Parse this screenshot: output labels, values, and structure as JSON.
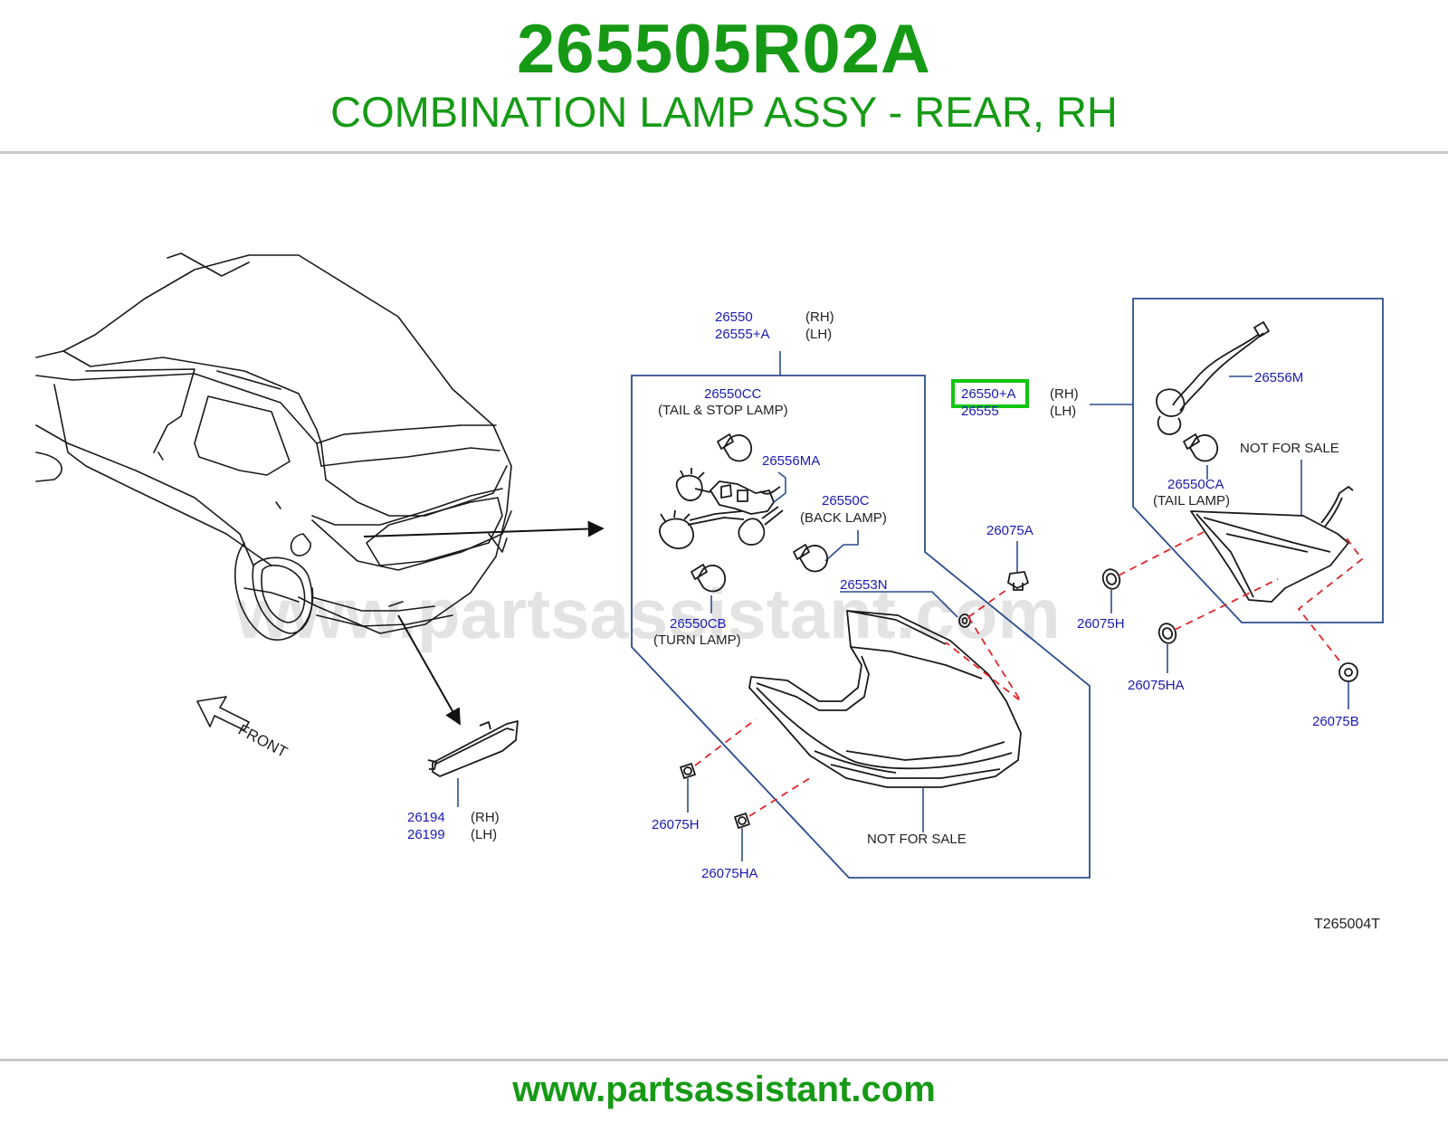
{
  "header": {
    "part_number": "265505R02A",
    "description": "COMBINATION LAMP ASSY - REAR, RH"
  },
  "footer": {
    "url": "www.partsassistant.com"
  },
  "watermark": {
    "text": "www.partsassistant.com"
  },
  "diagram": {
    "front_label": "FRONT",
    "code": "T265004T",
    "labels": {
      "p26550": "26550",
      "p26550_side": "(RH)",
      "p26555a": "26555+A",
      "p26555a_side": "(LH)",
      "p26550cc": "26550CC",
      "p26550cc_desc": "(TAIL  &  STOP  LAMP)",
      "p26556ma": "26556MA",
      "p26550c": "26550C",
      "p26550c_desc": "(BACK  LAMP)",
      "p26550cb": "26550CB",
      "p26550cb_desc": "(TURN  LAMP)",
      "p26553n": "26553N",
      "p26550a_hl": "26550+A",
      "p26550a_side": "(RH)",
      "p26555": "26555",
      "p26555_side": "(LH)",
      "p26556m": "26556M",
      "p26550ca": "26550CA",
      "p26550ca_desc": "(TAIL  LAMP)",
      "nfs_upper": "NOT  FOR  SALE",
      "nfs_lower": "NOT  FOR  SALE",
      "p26075a": "26075A",
      "p26075h_right": "26075H",
      "p26075ha_right": "26075HA",
      "p26075b": "26075B",
      "p26075h_left": "26075H",
      "p26075ha_left": "26075HA",
      "p26194": "26194",
      "p26194_side": "(RH)",
      "p26199": "26199",
      "p26199_side": "(LH)"
    },
    "highlight_color": "#11c511",
    "label_color": "#1a1ab4",
    "frame_color": "#2c4d8e",
    "dash_color": "#e0262a"
  }
}
